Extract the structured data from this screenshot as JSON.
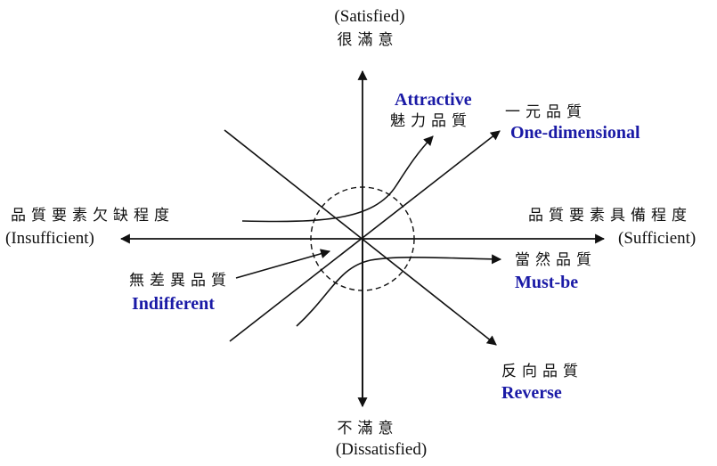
{
  "axes": {
    "top_en": "(Satisfied)",
    "top_zh": "很滿意",
    "bottom_zh": "不滿意",
    "bottom_en": "(Dissatisfied)",
    "left_zh": "品質要素欠缺程度",
    "left_en": "(Insufficient)",
    "right_zh": "品質要素具備程度",
    "right_en": "(Sufficient)"
  },
  "categories": {
    "attractive": {
      "en": "Attractive",
      "zh": "魅力品質"
    },
    "one_dimensional": {
      "en": "One-dimensional",
      "zh": "一元品質"
    },
    "must_be": {
      "en": "Must-be",
      "zh": "當然品質"
    },
    "indifferent": {
      "en": "Indifferent",
      "zh": "無差異品質"
    },
    "reverse": {
      "en": "Reverse",
      "zh": "反向品質"
    }
  },
  "colors": {
    "line": "#111111",
    "category_label": "#1a1aa6"
  }
}
